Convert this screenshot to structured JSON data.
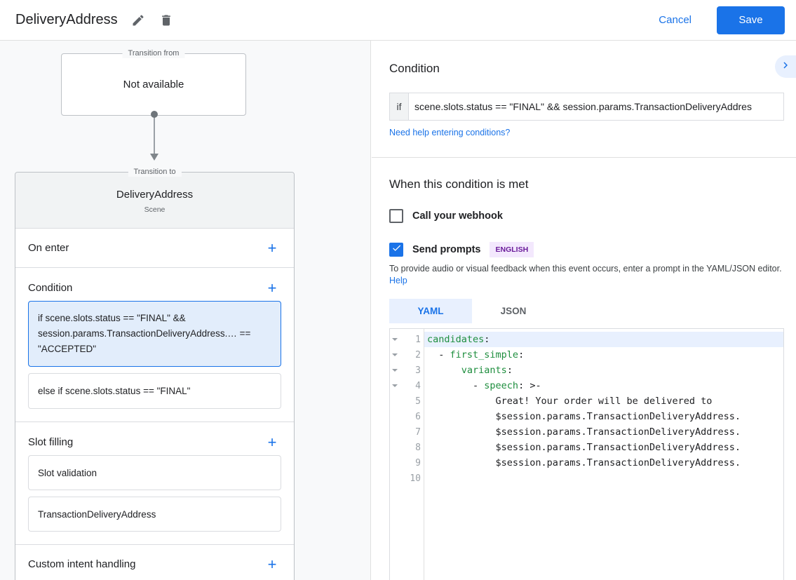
{
  "topbar": {
    "title": "DeliveryAddress",
    "edit_icon": "pencil-icon",
    "delete_icon": "trash-icon",
    "cancel_label": "Cancel",
    "save_label": "Save",
    "accent_color": "#1a73e8"
  },
  "left_panel": {
    "transition_from": {
      "legend": "Transition from",
      "value": "Not available"
    },
    "transition_to": {
      "legend": "Transition to",
      "name": "DeliveryAddress",
      "subtitle": "Scene"
    },
    "sections": [
      {
        "title": "On enter",
        "add_label": "+",
        "items": []
      },
      {
        "title": "Condition",
        "add_label": "+",
        "items": [
          {
            "text": "if scene.slots.status == \"FINAL\" && session.params.TransactionDeliveryAddress.… == \"ACCEPTED\"",
            "selected": true
          },
          {
            "text": "else if scene.slots.status == \"FINAL\"",
            "selected": false
          }
        ]
      },
      {
        "title": "Slot filling",
        "add_label": "+",
        "items": [
          {
            "text": "Slot validation",
            "selected": false
          },
          {
            "text": "TransactionDeliveryAddress",
            "selected": false
          }
        ]
      },
      {
        "title": "Custom intent handling",
        "add_label": "+",
        "items": []
      }
    ]
  },
  "right_panel": {
    "condition": {
      "heading": "Condition",
      "expand_icon": "chevron-right-icon",
      "if_label": "if",
      "if_value": "scene.slots.status == \"FINAL\" && session.params.TransactionDeliveryAddres",
      "help_link": "Need help entering conditions?"
    },
    "when_met": {
      "heading": "When this condition is met",
      "webhook": {
        "label": "Call your webhook",
        "checked": false
      },
      "send_prompts": {
        "label": "Send prompts",
        "checked": true,
        "badge": "ENGLISH",
        "badge_color": "#7b1fa2"
      },
      "description_text": "To provide audio or visual feedback when this event occurs, enter a prompt in the YAML/JSON editor. ",
      "description_link": "Help",
      "tabs": [
        {
          "label": "YAML",
          "active": true
        },
        {
          "label": "JSON",
          "active": false
        }
      ]
    },
    "editor": {
      "active_line": 1,
      "lines": [
        {
          "num": "1",
          "fold": true,
          "tokens": [
            {
              "t": "candidates",
              "c": "k"
            },
            {
              "t": ":",
              "c": "p"
            }
          ]
        },
        {
          "num": "2",
          "fold": true,
          "tokens": [
            {
              "t": "  - ",
              "c": "p"
            },
            {
              "t": "first_simple",
              "c": "k"
            },
            {
              "t": ":",
              "c": "p"
            }
          ]
        },
        {
          "num": "3",
          "fold": true,
          "tokens": [
            {
              "t": "      ",
              "c": "p"
            },
            {
              "t": "variants",
              "c": "k"
            },
            {
              "t": ":",
              "c": "p"
            }
          ]
        },
        {
          "num": "4",
          "fold": true,
          "tokens": [
            {
              "t": "        - ",
              "c": "p"
            },
            {
              "t": "speech",
              "c": "k"
            },
            {
              "t": ": >-",
              "c": "p"
            }
          ]
        },
        {
          "num": "5",
          "fold": false,
          "tokens": [
            {
              "t": "            Great! Your order will be delivered to",
              "c": "p"
            }
          ]
        },
        {
          "num": "6",
          "fold": false,
          "tokens": [
            {
              "t": "            $session.params.TransactionDeliveryAddress.",
              "c": "p"
            }
          ]
        },
        {
          "num": "7",
          "fold": false,
          "tokens": [
            {
              "t": "            $session.params.TransactionDeliveryAddress.",
              "c": "p"
            }
          ]
        },
        {
          "num": "8",
          "fold": false,
          "tokens": [
            {
              "t": "            $session.params.TransactionDeliveryAddress.",
              "c": "p"
            }
          ]
        },
        {
          "num": "9",
          "fold": false,
          "tokens": [
            {
              "t": "            $session.params.TransactionDeliveryAddress.",
              "c": "p"
            }
          ]
        },
        {
          "num": "10",
          "fold": false,
          "tokens": [
            {
              "t": "",
              "c": "p"
            }
          ]
        }
      ]
    }
  }
}
